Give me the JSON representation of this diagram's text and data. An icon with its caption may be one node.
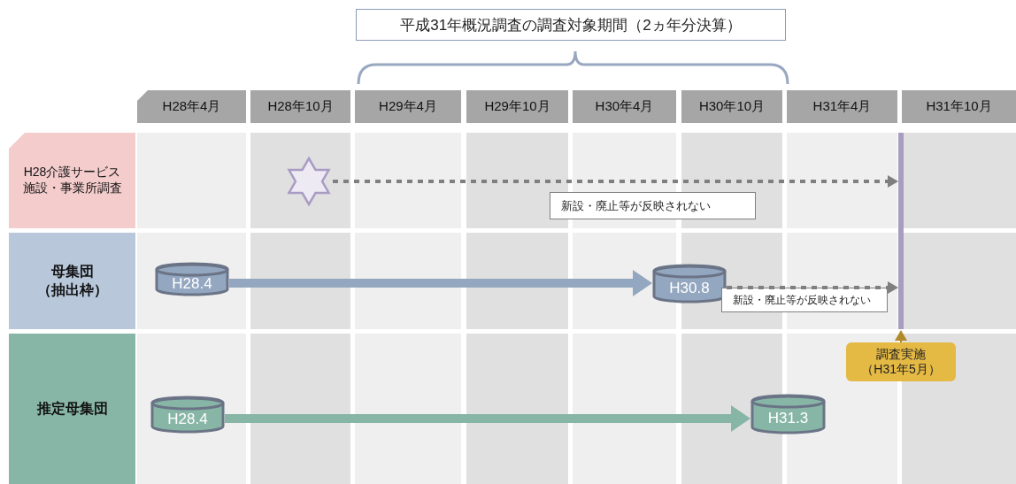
{
  "diagram": {
    "title": "平成31年概況調査の調査対象期間（2ヵ年分決算）",
    "nodes": [
      {
        "text": [
          "H28年4月"
        ]
      },
      {
        "text": [
          "H28年10月"
        ]
      },
      {
        "text": [
          "H29年4月"
        ]
      },
      {
        "text": [
          "H29年10月"
        ]
      },
      {
        "text": [
          "H30年4月"
        ]
      },
      {
        "text": [
          "H30年10月"
        ]
      },
      {
        "text": [
          "H31年4月"
        ]
      },
      {
        "text": [
          "H31年10月"
        ]
      },
      {
        "text": [
          "H28介護サービス施設・事業所調査"
        ]
      },
      {
        "text": [
          "母集団（抽出枠）"
        ]
      },
      {
        "text": [
          "推定母集団"
        ]
      },
      {
        "text": [],
        "shape": "star"
      },
      {
        "text": [
          "H28.4"
        ]
      },
      {
        "text": [
          "H30.8"
        ]
      },
      {
        "text": [
          "H28.4"
        ]
      },
      {
        "text": [
          "H31.3"
        ]
      },
      {
        "text": [
          "新設・廃止等が反映されない"
        ]
      },
      {
        "text": [
          "新設・廃止等が反映されない"
        ]
      },
      {
        "text": [],
        "shape": "bar"
      },
      {
        "text": [
          "調査実施（H31年5月）"
        ]
      }
    ],
    "edges": [
      {
        "from": 11,
        "to": 18,
        "arrow": "to",
        "style": "dashed",
        "color": "#7f7f7f"
      },
      {
        "from": 12,
        "to": 13,
        "arrow": "to",
        "style": "thick",
        "color": "#94a7c0"
      },
      {
        "from": 13,
        "to": 18,
        "arrow": "to",
        "style": "dashed",
        "color": "#7f7f7f"
      },
      {
        "from": 14,
        "to": 15,
        "arrow": "to",
        "style": "thick",
        "color": "#88b6a6"
      },
      {
        "from": 19,
        "to": 18,
        "arrow": "to",
        "color": "#b08a2a"
      }
    ]
  }
}
